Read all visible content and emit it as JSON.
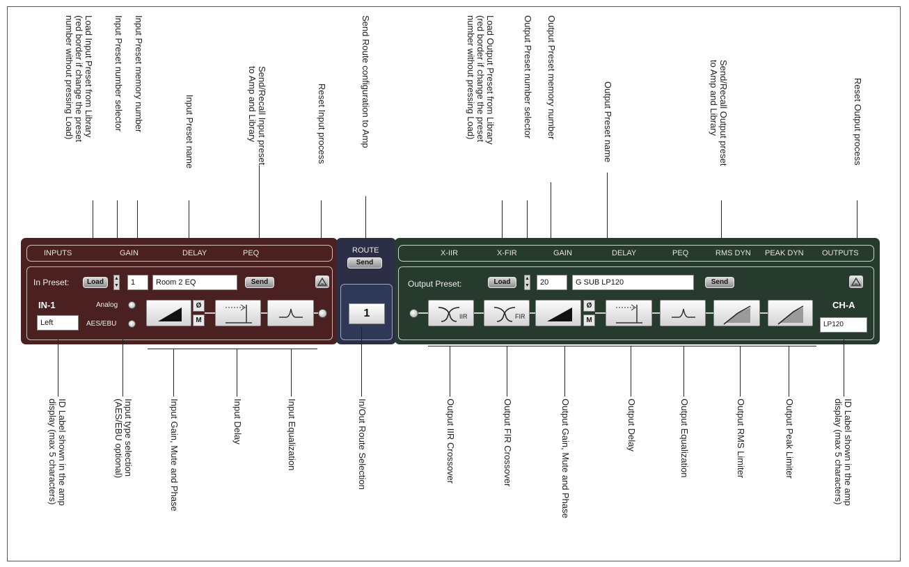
{
  "top_annotations": [
    "Load Input Preset from Library\n(red border if change the preset\nnumber without pressing Load)",
    "Input Preset number selector",
    "Input Preset memory number",
    "Input Preset name",
    "Send/Recall Input preset\nto Amp and Library",
    "Reset Input process",
    "Send Route configuration to Amp",
    "Load Output Preset from Library\n(red border if change the preset\nnumber without pressing Load)",
    "Output Preset number selector",
    "Output Preset memory number",
    "Output Preset name",
    "Send/Recall Output preset\nto Amp and Library",
    "Reset Output process"
  ],
  "bottom_annotations": [
    "ID Label shown in the amp\ndisplay (max 5 characters)",
    "Input type selection\n(AES/EBU optional)",
    "Input Gain, Mute and Phase",
    "Input Delay",
    "Input Equalization",
    "In/Out Route Selection",
    "Output IIR Crossover",
    "Output FIR Crossover",
    "Output Gain, Mute and Phase",
    "Output Delay",
    "Output Equalization",
    "Output RMS Limiter",
    "Output Peak Limiter",
    "ID Label shown in the amp\ndisplay (max 5 characters)"
  ],
  "input": {
    "sections": [
      "INPUTS",
      "GAIN",
      "DELAY",
      "PEQ"
    ],
    "preset_label": "In Preset:",
    "load_label": "Load",
    "preset_number": "1",
    "preset_name": "Room 2 EQ",
    "send_label": "Send",
    "channel_name": "IN-1",
    "id_label": "Left",
    "type_analog": "Analog",
    "type_aes": "AES/EBU",
    "phase_label": "Ø",
    "mute_label": "M"
  },
  "route": {
    "title": "ROUTE",
    "send_label": "Send",
    "selection": "1"
  },
  "output": {
    "sections": [
      "X-IIR",
      "X-FIR",
      "GAIN",
      "DELAY",
      "PEQ",
      "RMS DYN",
      "PEAK DYN",
      "OUTPUTS"
    ],
    "preset_label": "Output Preset:",
    "load_label": "Load",
    "preset_number": "20",
    "preset_name": "G SUB LP120",
    "send_label": "Send",
    "channel_name": "CH-A",
    "id_label": "LP120",
    "iir_sub": "IIR",
    "fir_sub": "FIR",
    "phase_label": "Ø",
    "mute_label": "M"
  }
}
